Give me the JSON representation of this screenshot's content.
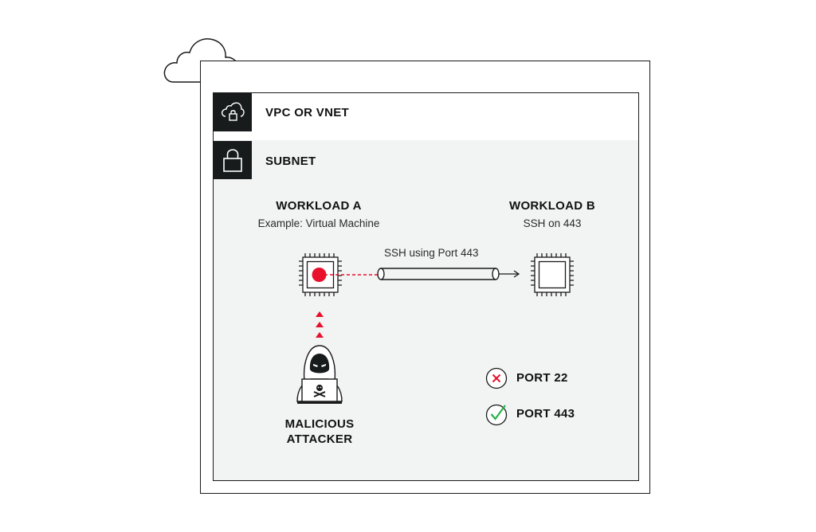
{
  "vpc": {
    "label": "VPC OR VNET",
    "icon": "cloud-lock-icon"
  },
  "subnet": {
    "label": "SUBNET",
    "icon": "lock-icon"
  },
  "workload_a": {
    "title": "WORKLOAD A",
    "subtitle": "Example: Virtual Machine"
  },
  "workload_b": {
    "title": "WORKLOAD B",
    "subtitle": "SSH on 443"
  },
  "connection": {
    "label": "SSH using Port 443"
  },
  "attacker": {
    "line1": "MALICIOUS",
    "line2": "ATTACKER"
  },
  "ports": [
    {
      "label": "PORT 22",
      "status": "blocked",
      "icon": "x-circle-icon",
      "color": "#e8102a"
    },
    {
      "label": "PORT 443",
      "status": "allowed",
      "icon": "check-circle-icon",
      "color": "#27b24a"
    }
  ],
  "colors": {
    "accent_red": "#e8102a",
    "dark": "#171b1c",
    "panel": "#f2f3f3",
    "ok_green": "#27b24a"
  }
}
